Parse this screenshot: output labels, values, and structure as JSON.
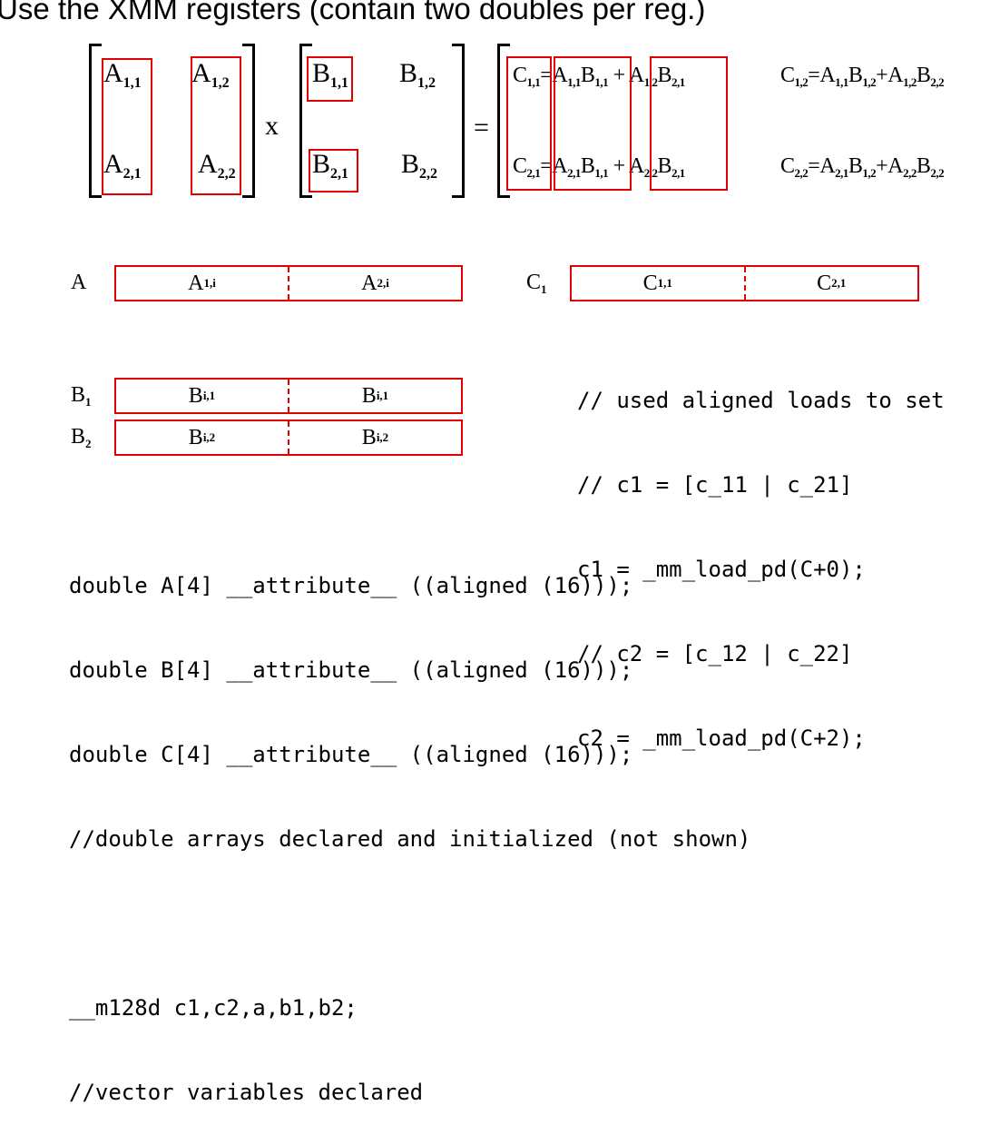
{
  "title": "Use the XMM registers (contain two doubles per reg.)",
  "matrix_a": [
    {
      "base": "A",
      "sub": "1,1"
    },
    {
      "base": "A",
      "sub": "1,2"
    },
    {
      "base": "A",
      "sub": "2,1"
    },
    {
      "base": "A",
      "sub": "2,2"
    }
  ],
  "matrix_b": [
    {
      "base": "B",
      "sub": "1,1"
    },
    {
      "base": "B",
      "sub": "1,2"
    },
    {
      "base": "B",
      "sub": "2,1"
    },
    {
      "base": "B",
      "sub": "2,2"
    }
  ],
  "operators": {
    "times": "x",
    "equals": "=",
    "plus": "+"
  },
  "result": {
    "c11": {
      "lhs": {
        "base": "C",
        "sub": "1,1"
      },
      "eq": "=",
      "t1": [
        {
          "base": "A",
          "sub": "1,1"
        },
        {
          "base": "B",
          "sub": "1,1"
        }
      ],
      "t2": [
        {
          "base": "A",
          "sub": "1,2"
        },
        {
          "base": "B",
          "sub": "2,1"
        }
      ]
    },
    "c21": {
      "lhs": {
        "base": "C",
        "sub": "2,1"
      },
      "eq": "=",
      "t1": [
        {
          "base": "A",
          "sub": "2,1"
        },
        {
          "base": "B",
          "sub": "1,1"
        }
      ],
      "t2": [
        {
          "base": "A",
          "sub": "2,2"
        },
        {
          "base": "B",
          "sub": "2,1"
        }
      ]
    },
    "c12": {
      "lhs": {
        "base": "C",
        "sub": "1,2"
      },
      "eq": "=",
      "t1": [
        {
          "base": "A",
          "sub": "1,1"
        },
        {
          "base": "B",
          "sub": "1,2"
        }
      ],
      "t2": [
        {
          "base": "A",
          "sub": "1,2"
        },
        {
          "base": "B",
          "sub": "2,2"
        }
      ]
    },
    "c22": {
      "lhs": {
        "base": "C",
        "sub": "2,2"
      },
      "eq": "=",
      "t1": [
        {
          "base": "A",
          "sub": "2,1"
        },
        {
          "base": "B",
          "sub": "1,2"
        }
      ],
      "t2": [
        {
          "base": "A",
          "sub": "2,2"
        },
        {
          "base": "B",
          "sub": "2,2"
        }
      ]
    }
  },
  "registers": {
    "a": {
      "label": {
        "base": "A",
        "sub": ""
      },
      "lo": {
        "base": "A",
        "sub": "1,i"
      },
      "hi": {
        "base": "A",
        "sub": "2,i"
      }
    },
    "c1": {
      "label": {
        "base": "C",
        "sub": "1"
      },
      "lo": {
        "base": "C",
        "sub": "1,1"
      },
      "hi": {
        "base": "C",
        "sub": "2,1"
      }
    },
    "b1": {
      "label": {
        "base": "B",
        "sub": "1"
      },
      "lo": {
        "base": "B",
        "sub": "i,1"
      },
      "hi": {
        "base": "B",
        "sub": "i,1"
      }
    },
    "b2": {
      "label": {
        "base": "B",
        "sub": "2"
      },
      "lo": {
        "base": "B",
        "sub": "i,2"
      },
      "hi": {
        "base": "B",
        "sub": "i,2"
      }
    }
  },
  "code_right": [
    "// used aligned loads to set",
    "// c1 = [c_11 | c_21]",
    "c1 = _mm_load_pd(C+0);",
    "// c2 = [c_12 | c_22]",
    "c2 = _mm_load_pd(C+2);"
  ],
  "code_bottom": [
    "double A[4] __attribute__ ((aligned (16)));",
    "double B[4] __attribute__ ((aligned (16)));",
    "double C[4] __attribute__ ((aligned (16)));",
    "//double arrays declared and initialized (not shown)",
    "",
    "__m128d c1,c2,a,b1,b2;",
    "//vector variables declared"
  ]
}
